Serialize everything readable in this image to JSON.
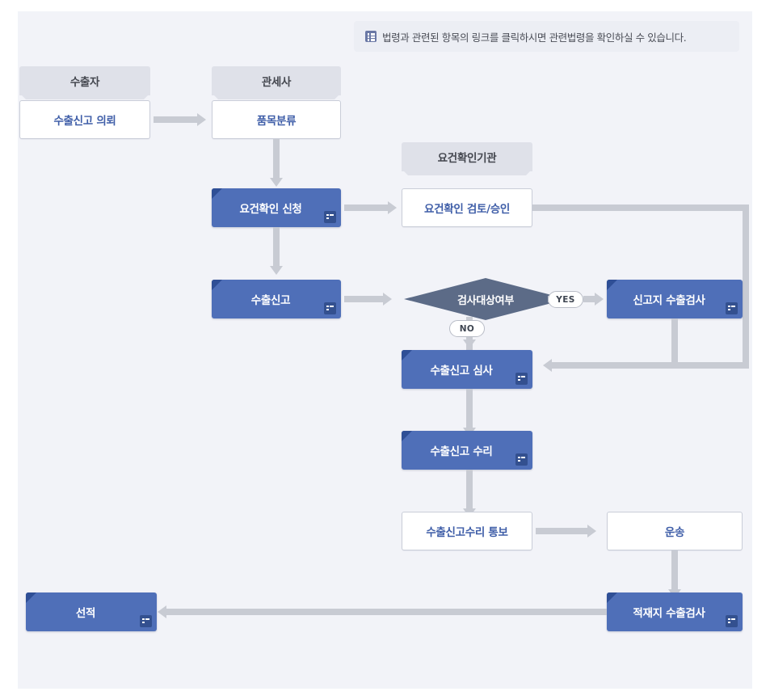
{
  "notice": {
    "icon": "list-icon",
    "text": "법령과 관련된 항목의 링크를 클릭하시면 관련법령을 확인하실 수 있습니다."
  },
  "roles": [
    {
      "id": "exporter",
      "label": "수출자"
    },
    {
      "id": "broker",
      "label": "관세사"
    },
    {
      "id": "authority",
      "label": "요건확인기관"
    }
  ],
  "nodes": [
    {
      "id": "export-request",
      "label": "수출신고 의뢰",
      "style": "white",
      "law_link": false
    },
    {
      "id": "item-classification",
      "label": "품목분류",
      "style": "white",
      "law_link": false
    },
    {
      "id": "requirement-apply",
      "label": "요건확인 신청",
      "style": "blue",
      "law_link": true
    },
    {
      "id": "requirement-review",
      "label": "요건확인 검토/승인",
      "style": "white",
      "law_link": false
    },
    {
      "id": "export-declaration",
      "label": "수출신고",
      "style": "blue",
      "law_link": true
    },
    {
      "id": "inspection-decision",
      "label": "검사대상여부",
      "style": "diamond",
      "law_link": false
    },
    {
      "id": "site-export-inspect",
      "label": "신고지 수출검사",
      "style": "blue",
      "law_link": true
    },
    {
      "id": "declaration-examine",
      "label": "수출신고 심사",
      "style": "blue",
      "law_link": true
    },
    {
      "id": "declaration-accept",
      "label": "수출신고 수리",
      "style": "blue",
      "law_link": true
    },
    {
      "id": "accept-notice",
      "label": "수출신고수리 통보",
      "style": "white",
      "law_link": false
    },
    {
      "id": "transport",
      "label": "운송",
      "style": "white",
      "law_link": false
    },
    {
      "id": "loading-export-inspect",
      "label": "적재지 수출검사",
      "style": "blue",
      "law_link": true
    },
    {
      "id": "shipment",
      "label": "선적",
      "style": "blue",
      "law_link": true
    }
  ],
  "branch_labels": {
    "yes": "YES",
    "no": "NO"
  },
  "colors": {
    "panel_bg": "#f2f3f8",
    "blue_fill": "#4f6fb8",
    "blue_corner": "#2f4f96",
    "diamond_fill": "#5c6b87",
    "role_header": "#dfe1e9",
    "connector": "#c8cbd3",
    "white_box_text": "#3f5ea8",
    "law_icon": "#33508f"
  }
}
